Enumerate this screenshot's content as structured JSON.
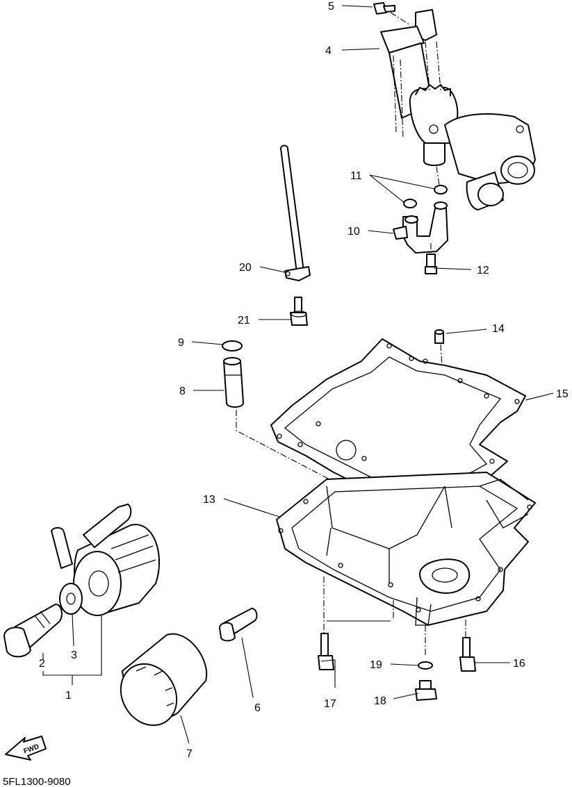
{
  "diagram": {
    "catalog_code": "5FL1300-9080",
    "fwd_label": "FWD",
    "callouts": {
      "c1": "1",
      "c2": "2",
      "c3": "3",
      "c4": "4",
      "c5": "5",
      "c6": "6",
      "c7": "7",
      "c8": "8",
      "c9": "9",
      "c10": "10",
      "c11": "11",
      "c12": "12",
      "c13": "13",
      "c14": "14",
      "c15": "15",
      "c16": "16",
      "c17": "17",
      "c18": "18",
      "c19": "19",
      "c20": "20",
      "c21": "21"
    }
  }
}
